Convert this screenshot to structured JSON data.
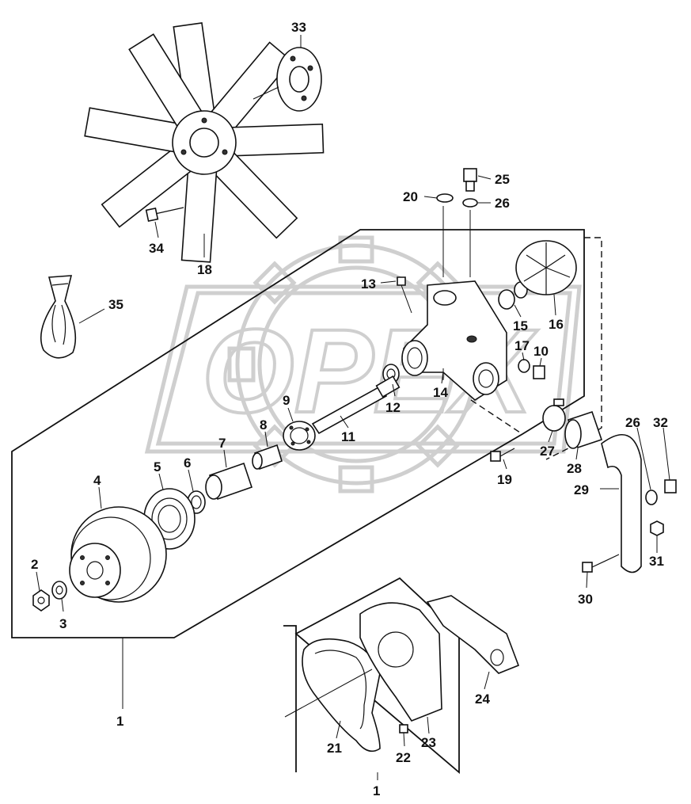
{
  "watermark": {
    "text": "OPEX"
  },
  "callouts": [
    {
      "id": "c1a",
      "text": "1"
    },
    {
      "id": "c1b",
      "text": "1"
    },
    {
      "id": "c2",
      "text": "2"
    },
    {
      "id": "c3",
      "text": "3"
    },
    {
      "id": "c4",
      "text": "4"
    },
    {
      "id": "c5",
      "text": "5"
    },
    {
      "id": "c6",
      "text": "6"
    },
    {
      "id": "c7",
      "text": "7"
    },
    {
      "id": "c8",
      "text": "8"
    },
    {
      "id": "c9",
      "text": "9"
    },
    {
      "id": "c10",
      "text": "10"
    },
    {
      "id": "c11",
      "text": "11"
    },
    {
      "id": "c12",
      "text": "12"
    },
    {
      "id": "c13",
      "text": "13"
    },
    {
      "id": "c14",
      "text": "14"
    },
    {
      "id": "c15",
      "text": "15"
    },
    {
      "id": "c16",
      "text": "16"
    },
    {
      "id": "c17",
      "text": "17"
    },
    {
      "id": "c18",
      "text": "18"
    },
    {
      "id": "c19",
      "text": "19"
    },
    {
      "id": "c20",
      "text": "20"
    },
    {
      "id": "c21",
      "text": "21"
    },
    {
      "id": "c22",
      "text": "22"
    },
    {
      "id": "c23",
      "text": "23"
    },
    {
      "id": "c24",
      "text": "24"
    },
    {
      "id": "c25",
      "text": "25"
    },
    {
      "id": "c26a",
      "text": "26"
    },
    {
      "id": "c26b",
      "text": "26"
    },
    {
      "id": "c27",
      "text": "27"
    },
    {
      "id": "c28",
      "text": "28"
    },
    {
      "id": "c29",
      "text": "29"
    },
    {
      "id": "c30",
      "text": "30"
    },
    {
      "id": "c31",
      "text": "31"
    },
    {
      "id": "c32",
      "text": "32"
    },
    {
      "id": "c33",
      "text": "33"
    },
    {
      "id": "c34",
      "text": "34"
    },
    {
      "id": "c35",
      "text": "35"
    }
  ]
}
